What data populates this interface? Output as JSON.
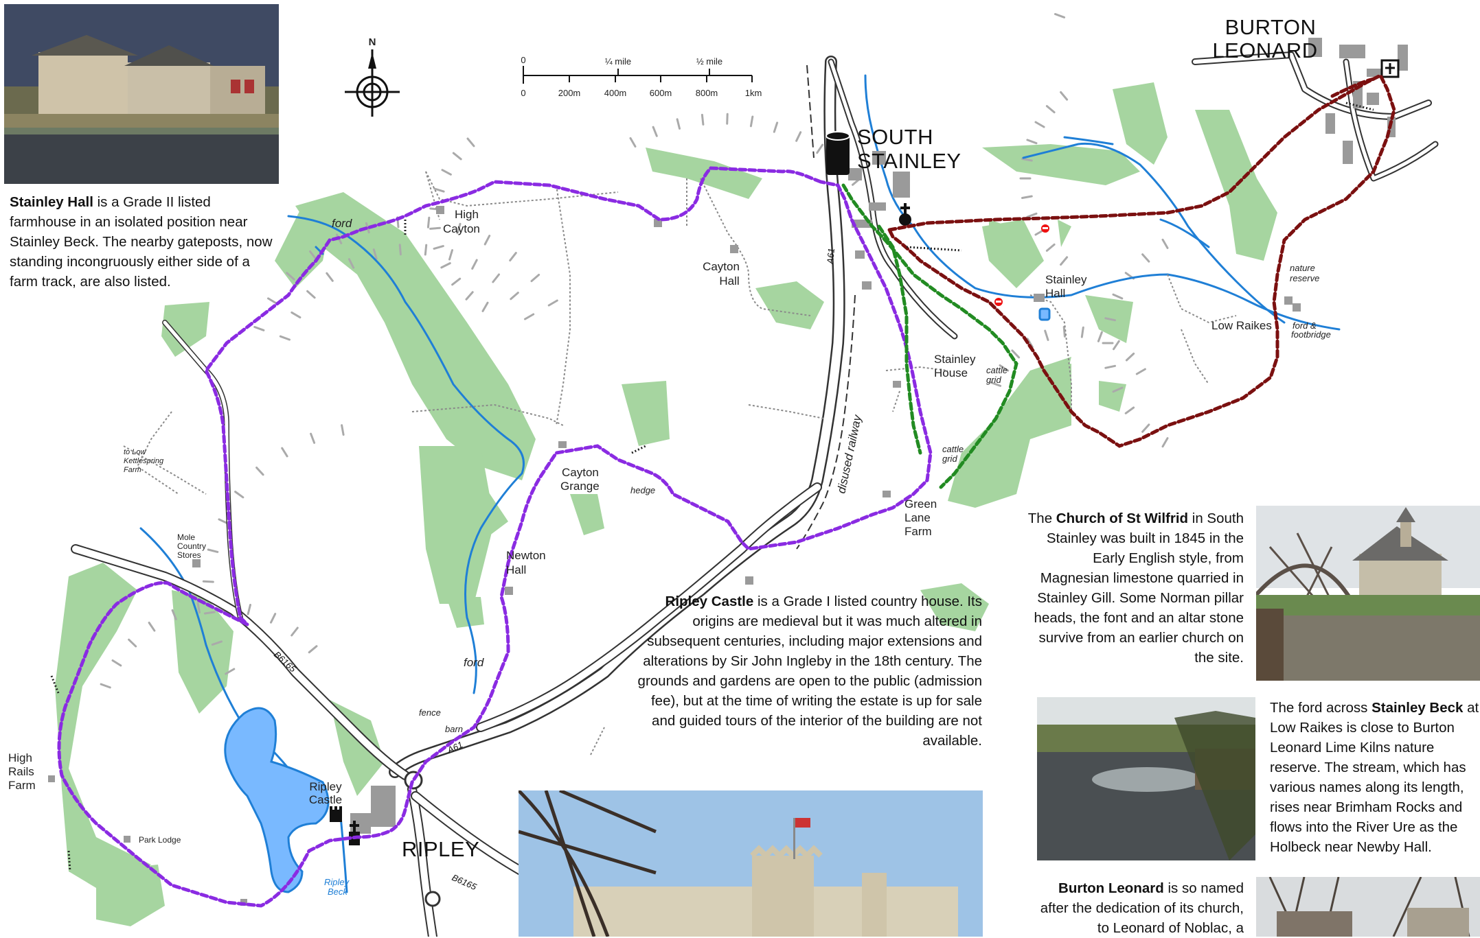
{
  "places": {
    "burton_leonard": [
      "BURTON",
      "LEONARD"
    ],
    "south_stainley": [
      "SOUTH",
      "STAINLEY"
    ],
    "ripley": "RIPLEY",
    "high_cayton": [
      "High",
      "Cayton"
    ],
    "cayton_hall": [
      "Cayton",
      "Hall"
    ],
    "stainley_hall": [
      "Stainley",
      "Hall"
    ],
    "stainley_house": [
      "Stainley",
      "House"
    ],
    "low_raikes": "Low Raikes",
    "cayton_grange": [
      "Cayton",
      "Grange"
    ],
    "newton_hall": [
      "Newton",
      "Hall"
    ],
    "green_lane_farm": [
      "Green",
      "Lane",
      "Farm"
    ],
    "mole_country_stores": [
      "Mole",
      "Country",
      "Stores"
    ],
    "high_rails_farm": [
      "High",
      "Rails",
      "Farm"
    ],
    "ripley_castle": [
      "Ripley",
      "Castle"
    ],
    "park_lodge": "Park Lodge"
  },
  "features": {
    "ford_north": "ford",
    "ford_south": "ford",
    "ford_footbridge": [
      "ford &",
      "footbridge"
    ],
    "nature_reserve": [
      "nature",
      "reserve"
    ],
    "cattle_grid_1": [
      "cattle",
      "grid"
    ],
    "cattle_grid_2": [
      "cattle",
      "grid"
    ],
    "hedge": "hedge",
    "fence": "fence",
    "barn": "barn",
    "disused_railway": "disused railway",
    "ripley_beck": [
      "Ripley",
      "Beck"
    ],
    "to_low_kettlespring": [
      "to Low",
      "Kettlespring",
      "Farm"
    ]
  },
  "roads": {
    "a61_north": "A61",
    "a61_south": "A61",
    "b6165_a": "B6165",
    "b6165_b": "B6165"
  },
  "compass": {
    "north": "N"
  },
  "scale_bar": {
    "miles": [
      "0",
      "¼ mile",
      "½ mile"
    ],
    "km": [
      "0",
      "200m",
      "400m",
      "600m",
      "800m",
      "1km"
    ]
  },
  "captions": {
    "stainley_hall": {
      "bold": "Stainley Hall",
      "text": " is a Grade II listed farmhouse in an isolated position near Stainley Beck. The nearby gateposts, now standing incongruously either side of a farm track, are also listed."
    },
    "ripley_castle": {
      "bold": "Ripley Castle",
      "text": " is a Grade I listed country house. Its origins are medieval but it was much altered in subsequent centuries, including major extensions and alterations by Sir John Ingleby in the 18th century. The grounds and gardens are open to the public (admission fee), but at the time of writing the estate is up for sale and guided tours of the interior of the building are not available."
    },
    "church": {
      "pre": "The ",
      "bold": "Church of St Wilfrid",
      "text": " in South Stainley was built in 1845 in the Early English style, from Magnesian limestone quarried in Stainley Gill. Some Norman pillar heads, the font and an altar stone survive from an earlier church on the site."
    },
    "ford": {
      "pre": "The ford across ",
      "bold": "Stainley Beck",
      "text": " at Low Raikes is close to Burton Leonard Lime Kilns nature reserve. The stream, which has various names along its length, rises near Brimham Rocks and flows into the River Ure as the Holbeck near Newby Hall."
    },
    "burton_leonard": {
      "bold": "Burton Leonard",
      "text": " is so named after the dedication of its church, to Leonard of Noblac, a"
    }
  },
  "colors": {
    "woodland": "#9fd19f",
    "river": "#1f7fd6",
    "route_purple": "#8a2be2",
    "route_green": "#228b22",
    "route_maroon": "#7b1010",
    "building": "#999999"
  }
}
